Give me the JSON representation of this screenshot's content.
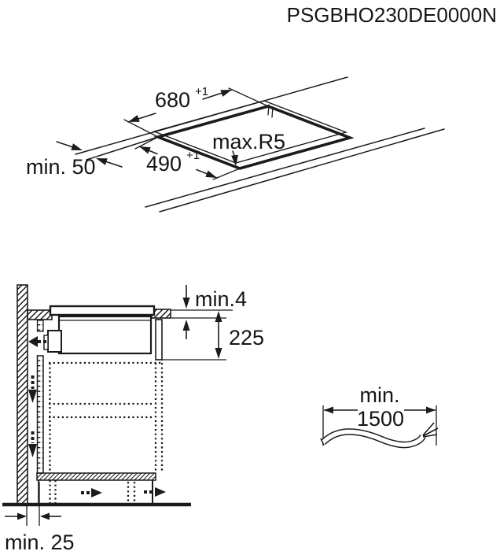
{
  "title": "PSGBHO230DE0000N",
  "top_view": {
    "width_value": "680",
    "width_tolerance": "+1",
    "depth_value": "490",
    "depth_tolerance": "+1",
    "corner_radius_label": "max.R5",
    "edge_clearance_label": "min. 50"
  },
  "side_view": {
    "top_gap_label": "min.4",
    "under_worktop_clearance": "225",
    "wall_gap_label": "min. 25"
  },
  "cable": {
    "length_prefix": "min.",
    "length_value": "1500"
  },
  "colors": {
    "line": "#1b1b1b",
    "background": "#ffffff"
  }
}
